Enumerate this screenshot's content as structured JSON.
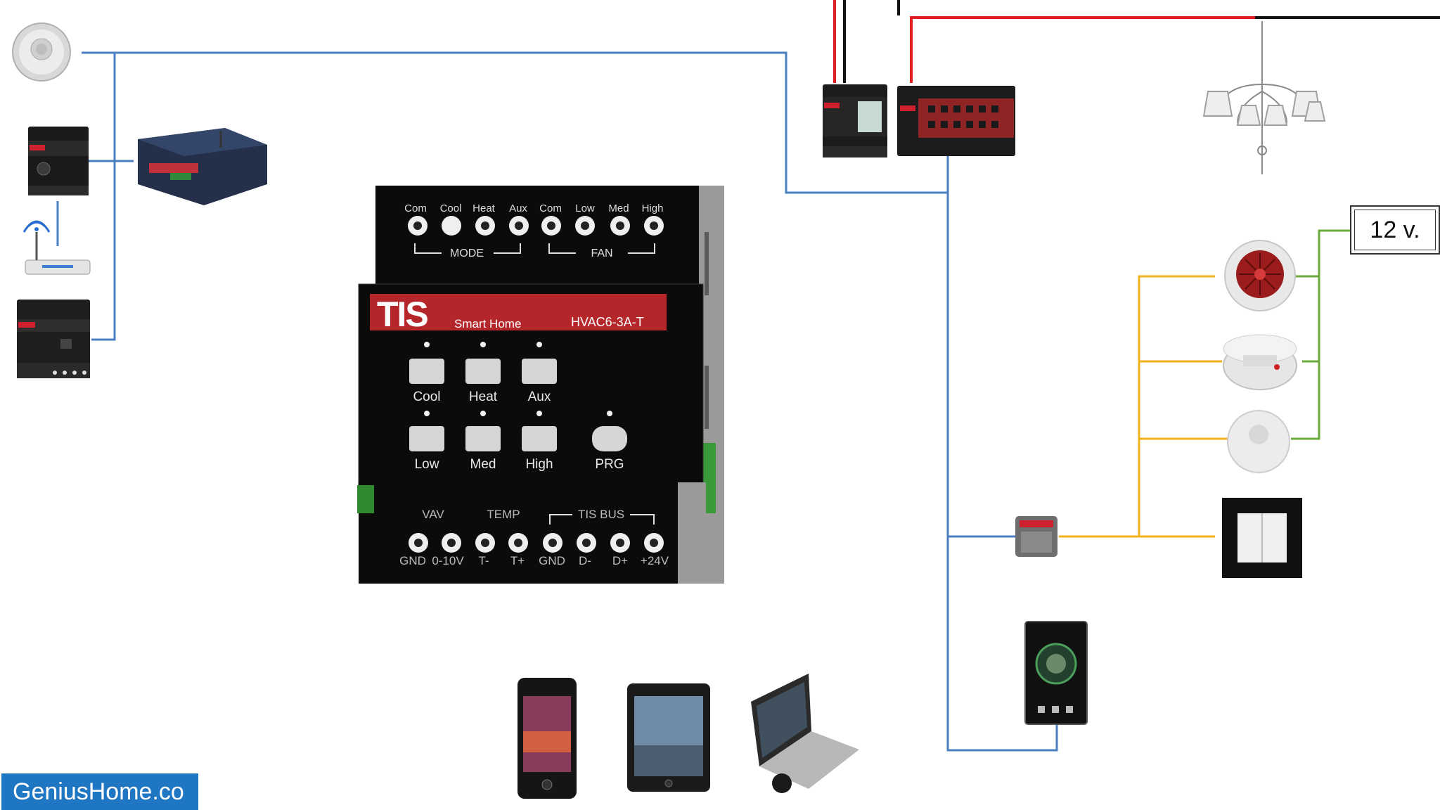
{
  "brand": {
    "label": "GeniusHome.co"
  },
  "power_supply": {
    "label": "12 v."
  },
  "module": {
    "brand": "TIS",
    "tagline": "Smart Home",
    "model": "HVAC6-3A-T",
    "top_terminals": [
      "Com",
      "Cool",
      "Heat",
      "Aux",
      "Com",
      "Low",
      "Med",
      "High"
    ],
    "mode_label": "MODE",
    "fan_label": "FAN",
    "buttons_row1": [
      "Cool",
      "Heat",
      "Aux"
    ],
    "buttons_row2": [
      "Low",
      "Med",
      "High"
    ],
    "prg_label": "PRG",
    "vav_label": "VAV",
    "temp_label": "TEMP",
    "bus_label": "TIS BUS",
    "bottom_terminals": [
      "GND",
      "0-10V",
      "T-",
      "T+",
      "GND",
      "D-",
      "D+",
      "+24V"
    ]
  },
  "wire_colors": {
    "bus": "#4a7fc1",
    "signal": "#f2b21b",
    "power12v": "#6aaa3a",
    "live": "#e02020",
    "neutral": "#111111"
  }
}
